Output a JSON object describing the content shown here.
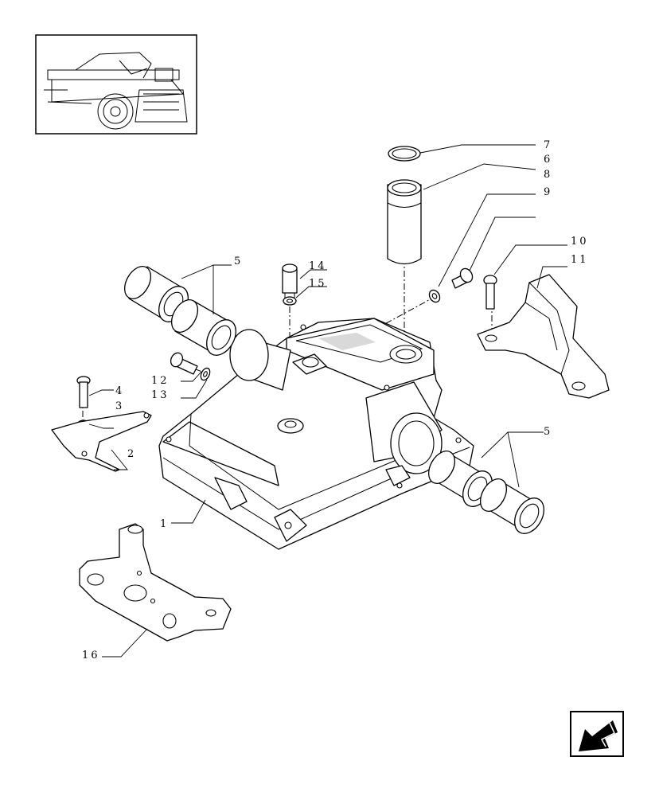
{
  "diagram": {
    "callouts": [
      "1",
      "2",
      "3",
      "4",
      "5",
      "5",
      "6",
      "7",
      "8",
      "9",
      "10",
      "11",
      "12",
      "13",
      "14",
      "15",
      "16"
    ]
  },
  "thumbnail": {
    "icon": "tractor-location-thumbnail"
  },
  "navigation": {
    "icon": "next-page-arrow-icon"
  }
}
